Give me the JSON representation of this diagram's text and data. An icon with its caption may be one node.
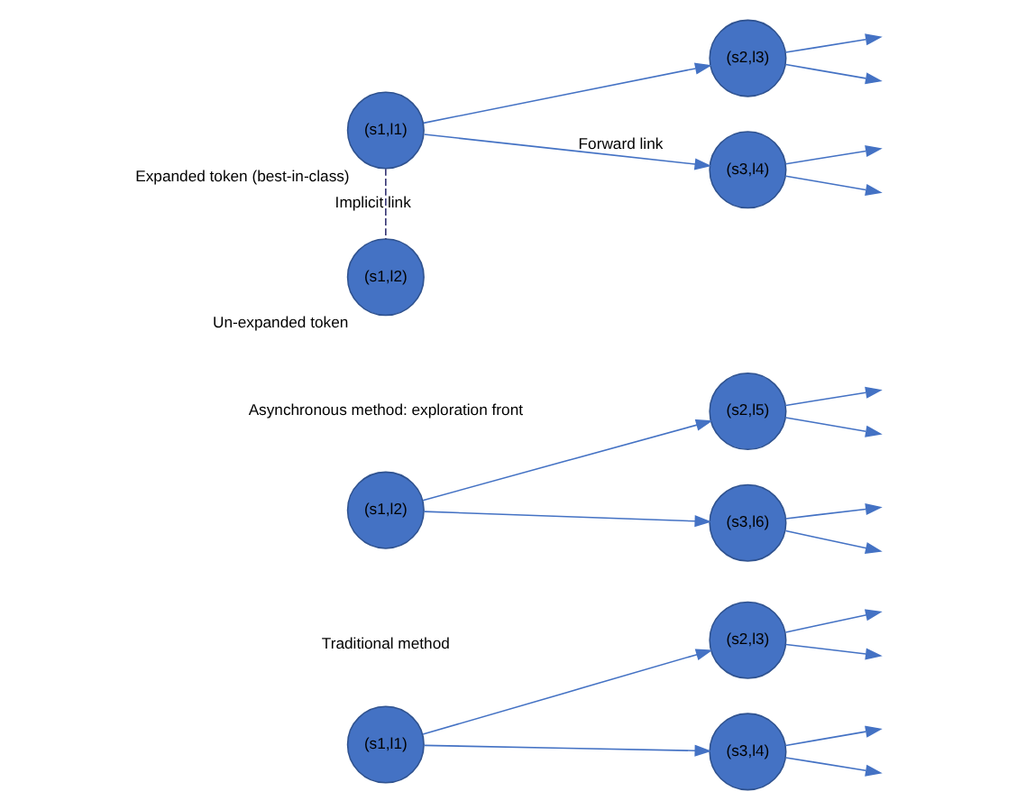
{
  "diagram": {
    "nodes": [
      {
        "text": [
          "(s1,l1)"
        ]
      },
      {
        "text": [
          "(s2,l3)"
        ]
      },
      {
        "text": [
          "(s3,l4)"
        ]
      },
      {
        "text": [
          "(s1,l2)"
        ]
      },
      {
        "text": [
          "(s2,l5)"
        ]
      },
      {
        "text": [
          "(s3,l6)"
        ]
      },
      {
        "text": [
          "(s1,l1)"
        ],
        "beside": [
          "Expanded token (best-in-class)"
        ]
      },
      {
        "text": [
          "(s2,l3)"
        ]
      },
      {
        "text": [
          "(s3,l4)"
        ]
      },
      {
        "text": [
          "(s1,l2)"
        ],
        "beside": [
          "Un-expanded token"
        ]
      }
    ],
    "edges": [
      {
        "from": 0,
        "to": 1,
        "arrow": "to"
      },
      {
        "from": 0,
        "to": 2,
        "arrow": "to"
      },
      {
        "from": 1,
        "to": null,
        "arrow": "to"
      },
      {
        "from": 1,
        "to": null,
        "arrow": "to"
      },
      {
        "from": 2,
        "to": null,
        "arrow": "to"
      },
      {
        "from": 2,
        "to": null,
        "arrow": "to"
      },
      {
        "from": 3,
        "to": 4,
        "arrow": "to"
      },
      {
        "from": 3,
        "to": 5,
        "arrow": "to"
      },
      {
        "from": 4,
        "to": null,
        "arrow": "to"
      },
      {
        "from": 4,
        "to": null,
        "arrow": "to"
      },
      {
        "from": 5,
        "to": null,
        "arrow": "to"
      },
      {
        "from": 5,
        "to": null,
        "arrow": "to"
      },
      {
        "from": 6,
        "to": 7,
        "arrow": "to"
      },
      {
        "from": 6,
        "to": 8,
        "arrow": "to",
        "label": "Forward link"
      },
      {
        "from": 7,
        "to": null,
        "arrow": "to"
      },
      {
        "from": 7,
        "to": null,
        "arrow": "to"
      },
      {
        "from": 8,
        "to": null,
        "arrow": "to"
      },
      {
        "from": 8,
        "to": null,
        "arrow": "to"
      },
      {
        "from": 6,
        "to": 9,
        "arrow": "none",
        "style": "dashed",
        "color": "#2f2f6f",
        "label": "Implicit link"
      }
    ],
    "labels": [
      "Traditional method",
      "Asynchronous method: exploration front"
    ]
  }
}
